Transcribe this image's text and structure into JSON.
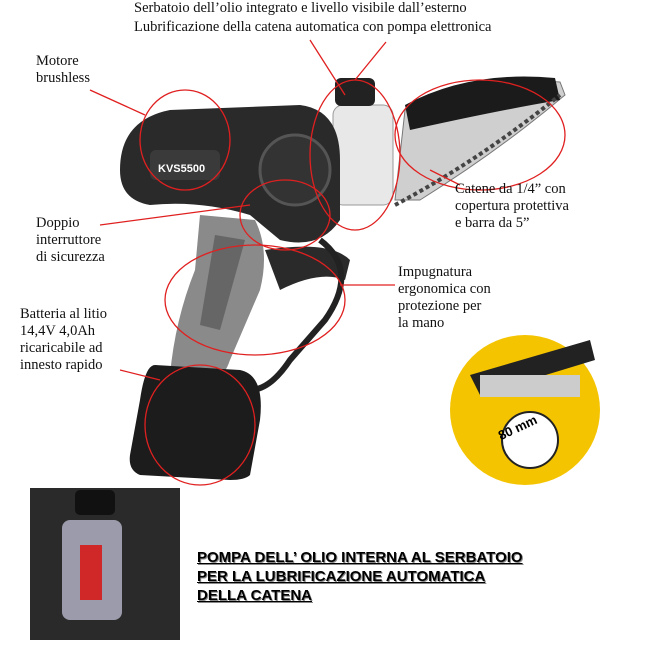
{
  "annotations": {
    "top_line1": "Serbatoio dell’olio integrato e livello visibile dall’esterno",
    "top_line2": "Lubrificazione della catena automatica con pompa elettronica",
    "motor": "Motore\nbrushless",
    "switch": "Doppio\ninterruttore\ndi sicurezza",
    "battery": "Batteria al litio\n14,4V 4,0Ah\nricaricabile ad\ninnesto rapido",
    "chain": "Catene da 1/4” con\ncopertura protettiva\ne barra da 5”",
    "grip": "Impugnatura\nergonomica con\nprotezione per\nla mano"
  },
  "product": {
    "model": "KVS5500"
  },
  "inset": {
    "measure": "80 mm"
  },
  "caption": {
    "line1": "POMPA DELL’ OLIO INTERNA AL SERBATOIO",
    "line2": "PER LA LUBRIFICAZIONE AUTOMATICA",
    "line3": "DELLA CATENA"
  },
  "colors": {
    "annotation": "#e02020",
    "inset_bg": "#f5c400",
    "body": "#2a2a2a",
    "grip": "#8a8a8a"
  }
}
